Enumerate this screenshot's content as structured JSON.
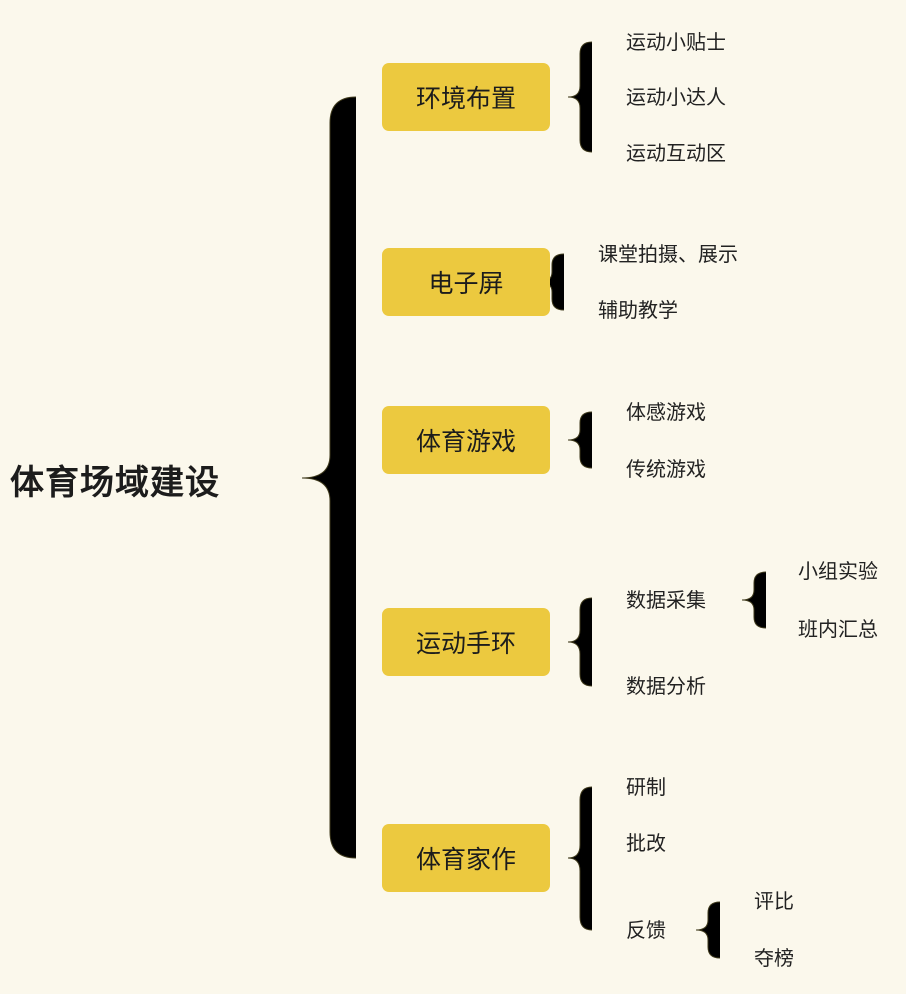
{
  "colors": {
    "background": "#fbf8ec",
    "node_fill": "#ecc93f",
    "brace": "#3f3a1c"
  },
  "root": {
    "title": "体育场域建设"
  },
  "branches": [
    {
      "label": "环境布置",
      "children": [
        {
          "label": "运动小贴士"
        },
        {
          "label": "运动小达人"
        },
        {
          "label": "运动互动区"
        }
      ]
    },
    {
      "label": "电子屏",
      "children": [
        {
          "label": "课堂拍摄、展示"
        },
        {
          "label": "辅助教学"
        }
      ]
    },
    {
      "label": "体育游戏",
      "children": [
        {
          "label": "体感游戏"
        },
        {
          "label": "传统游戏"
        }
      ]
    },
    {
      "label": "运动手环",
      "children": [
        {
          "label": "数据采集",
          "children": [
            {
              "label": "小组实验"
            },
            {
              "label": "班内汇总"
            }
          ]
        },
        {
          "label": "数据分析"
        }
      ]
    },
    {
      "label": "体育家作",
      "children": [
        {
          "label": "研制"
        },
        {
          "label": "批改"
        },
        {
          "label": "反馈",
          "children": [
            {
              "label": "评比"
            },
            {
              "label": "夺榜"
            }
          ]
        }
      ]
    }
  ]
}
